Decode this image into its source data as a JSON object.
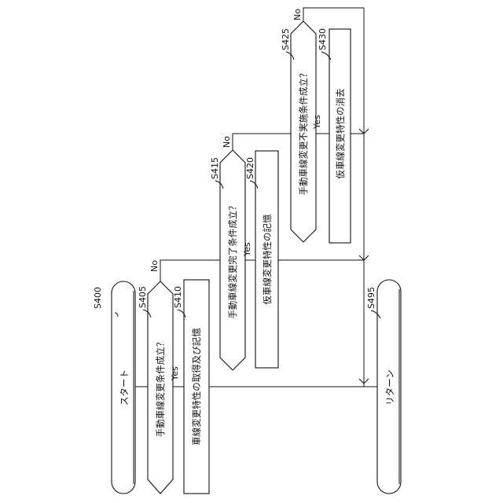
{
  "steps": {
    "s400": {
      "id": "S400",
      "text": "スタート"
    },
    "s405": {
      "id": "S405",
      "text": "手動車線変更条件成立？",
      "yes": "Yes",
      "no": "No"
    },
    "s410": {
      "id": "S410",
      "text": "車線変更特性の取得及び記憶"
    },
    "s415": {
      "id": "S415",
      "text": "手動車線変更完了条件成立？",
      "yes": "Yes",
      "no": "No"
    },
    "s420": {
      "id": "S420",
      "text": "仮車線変更特性の記憶"
    },
    "s425": {
      "id": "S425",
      "text": "手動車線変更不実施条件成立？",
      "yes": "Yes",
      "no": "No"
    },
    "s430": {
      "id": "S430",
      "text": "仮車線変更特性の消去"
    },
    "s495": {
      "id": "S495",
      "text": "リターン"
    }
  }
}
